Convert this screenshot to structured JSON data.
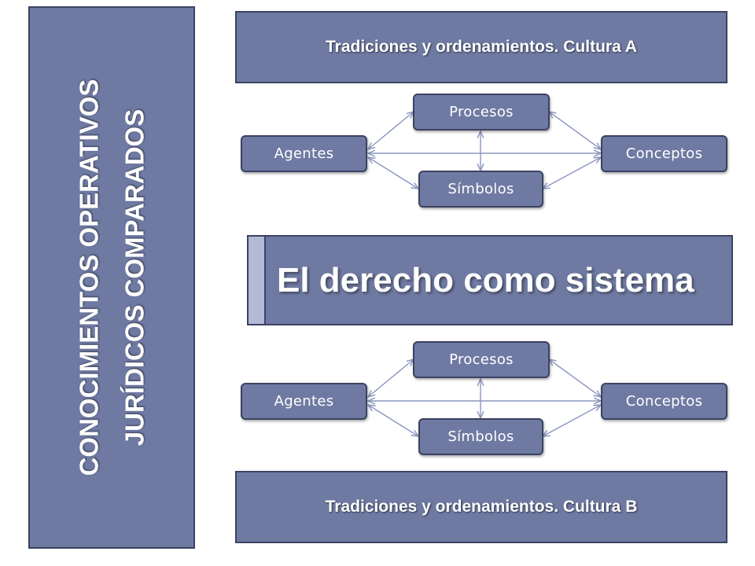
{
  "side_title": {
    "line1": "CONOCIMIENTOS  OPERATIVOS",
    "line2": "JURÍDICOS COMPARADOS"
  },
  "center_title": "El derecho como sistema",
  "cluster_a": {
    "header": "Tradiciones y ordenamientos. Cultura A",
    "nodes": {
      "processes": "Procesos",
      "agents": "Agentes",
      "concepts": "Conceptos",
      "symbols": "Símbolos"
    }
  },
  "cluster_b": {
    "header": "Tradiciones y ordenamientos. Cultura B",
    "nodes": {
      "processes": "Procesos",
      "agents": "Agentes",
      "concepts": "Conceptos",
      "symbols": "Símbolos"
    }
  },
  "colors": {
    "box_fill": "#6f7aa3",
    "box_border": "#3b4262",
    "accent": "#b4bad6",
    "connector": "#8c96c0",
    "text": "#ffffff"
  }
}
